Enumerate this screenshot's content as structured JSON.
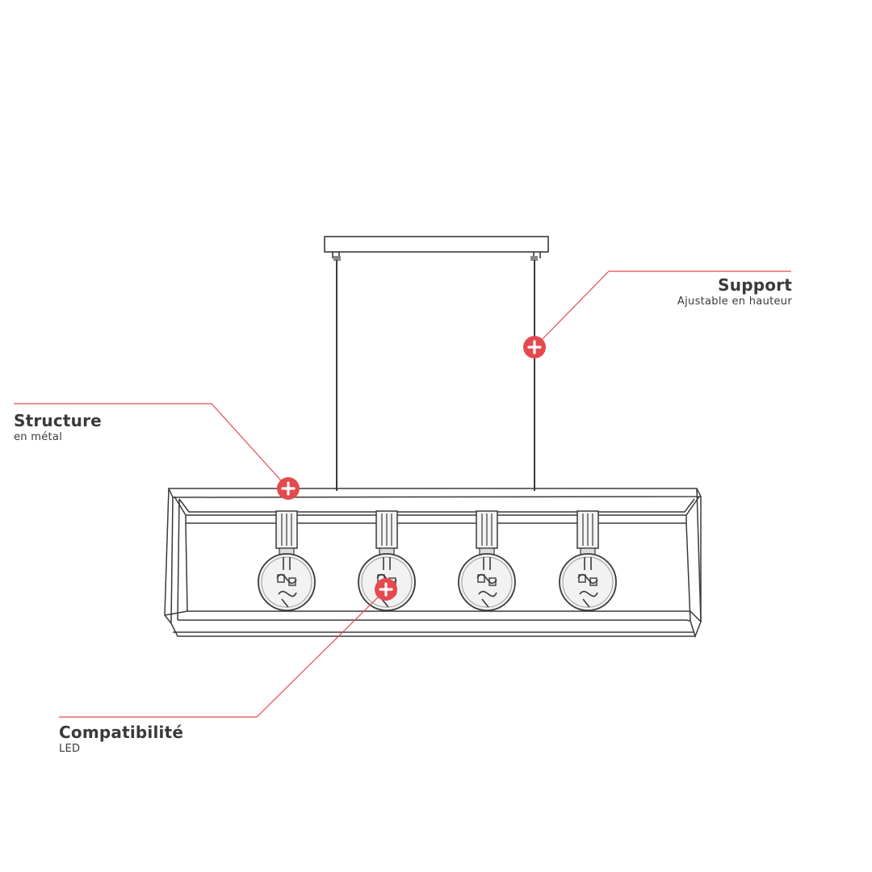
{
  "annotations": {
    "support": {
      "title": "Support",
      "subtitle": "Ajustable en hauteur"
    },
    "structure": {
      "title": "Structure",
      "subtitle": "en métal"
    },
    "compatibility": {
      "title": "Compatibilité",
      "subtitle": "LED"
    }
  },
  "colors": {
    "accent": "#e5494d",
    "line": "#3a3a3a",
    "background": "#ffffff"
  },
  "icons": [
    "plus-marker-icon",
    "bulb-icon"
  ],
  "bulb_count": 4
}
